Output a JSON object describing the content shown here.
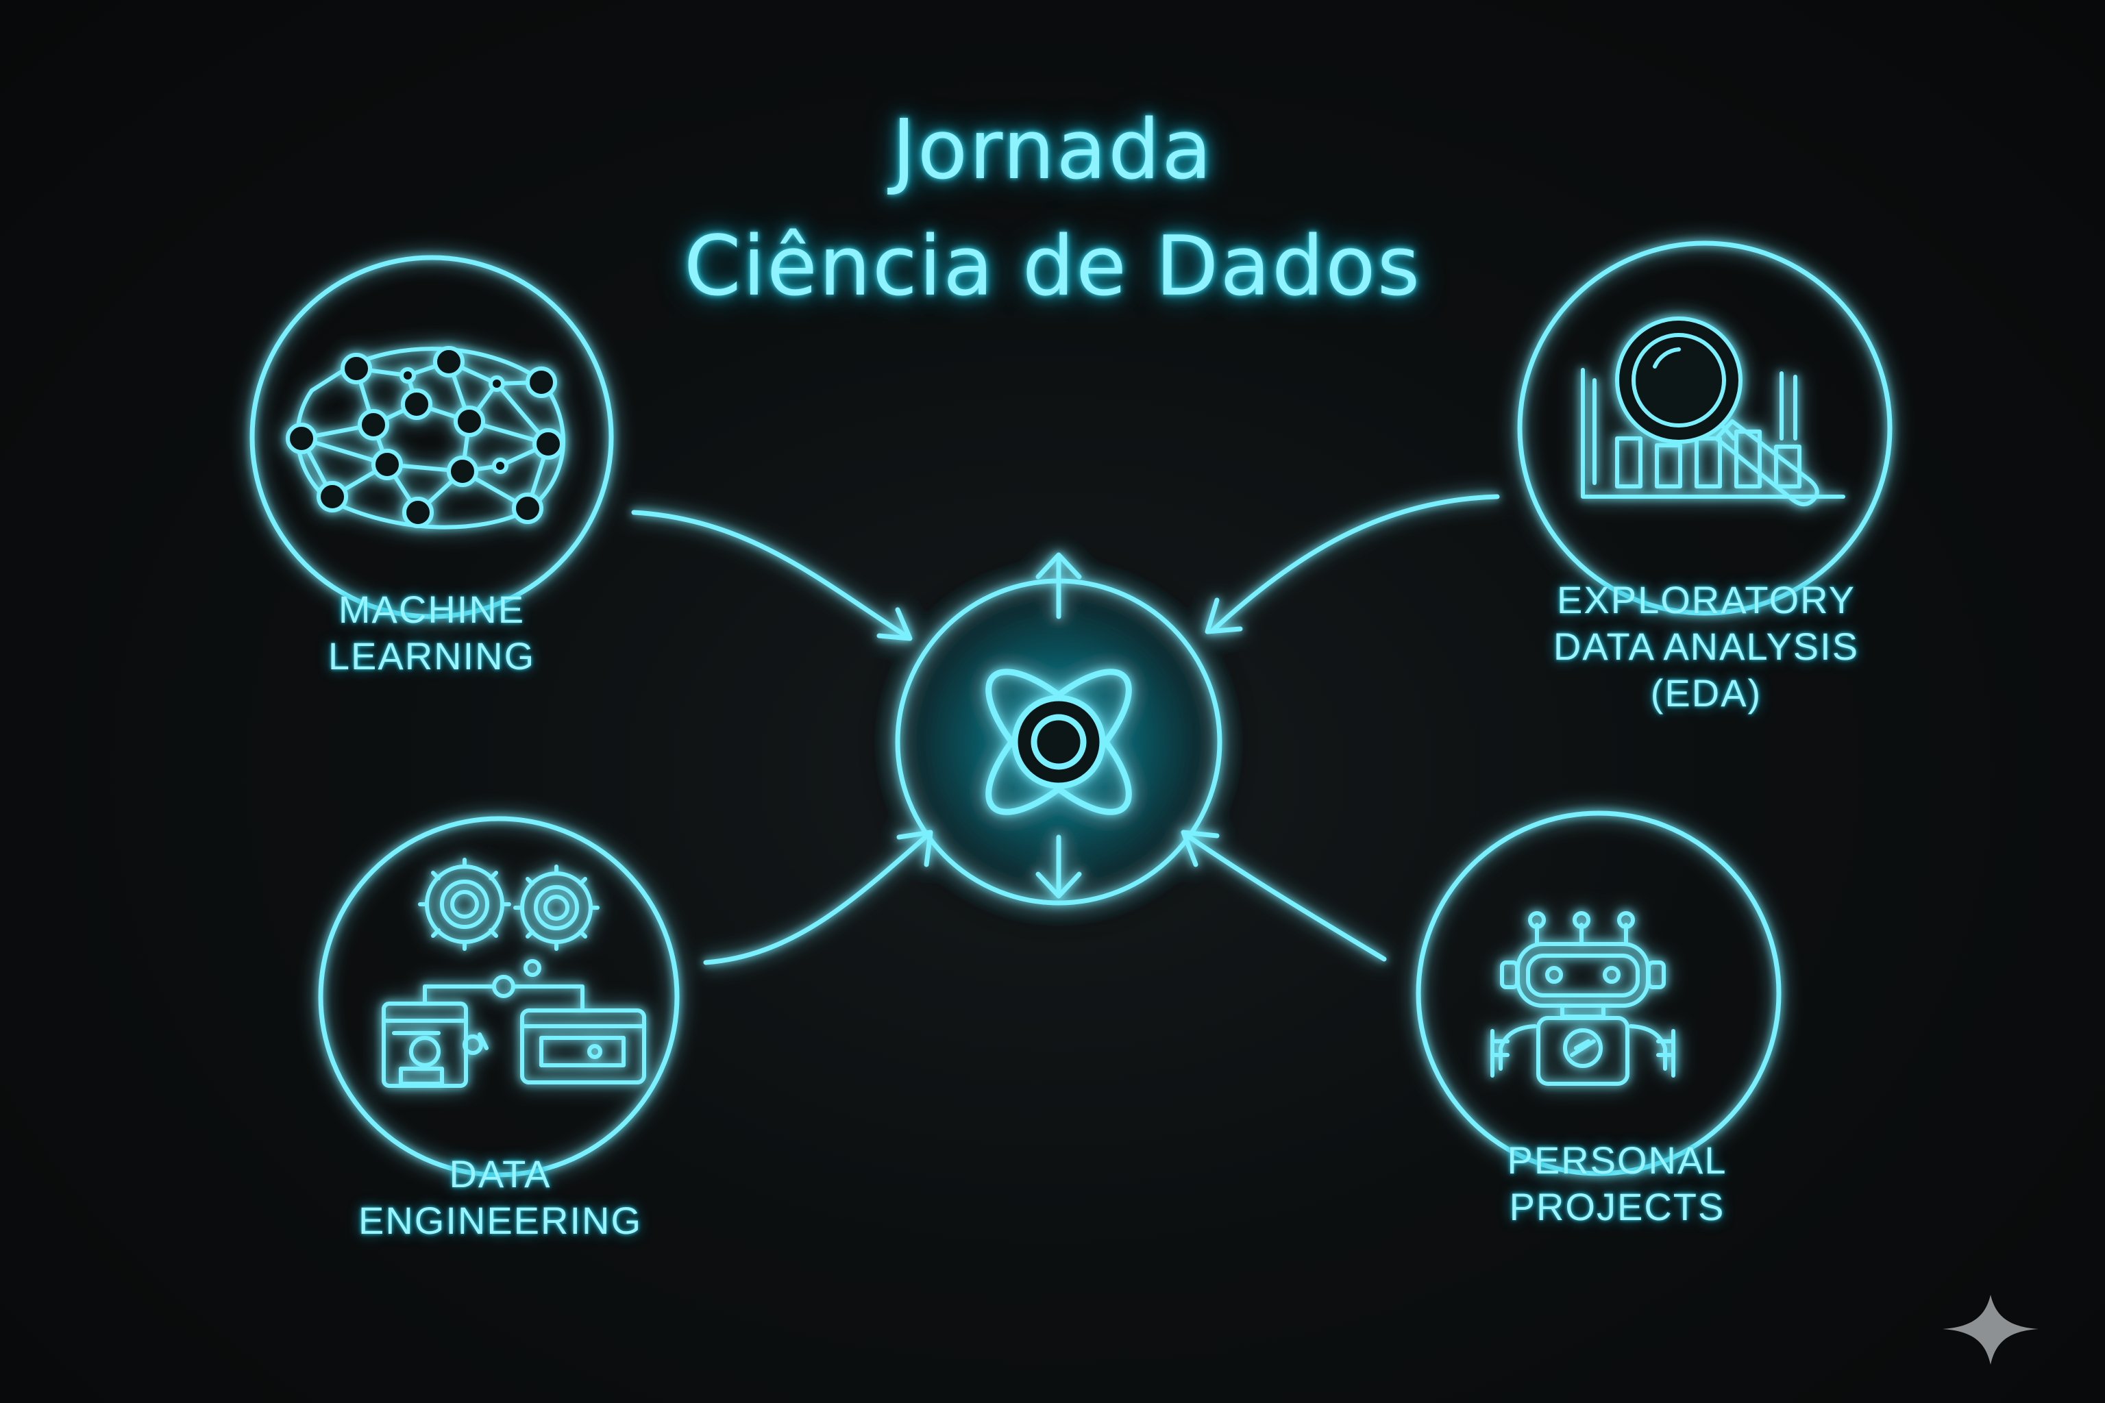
{
  "title": {
    "line1": "Jornada",
    "line2": "Ciência de Dados"
  },
  "colors": {
    "glow": "#5ee8ff",
    "text": "#9af4ff",
    "background": "#0b0d0e"
  },
  "nodes": {
    "machine_learning": {
      "icon": "neural-network-icon",
      "label_lines": [
        "MACHINE",
        "LEARNING"
      ]
    },
    "eda": {
      "icon": "chart-magnifier-icon",
      "label_lines": [
        "EXPLORATORY",
        "DATA ANALYSIS",
        "(EDA)"
      ]
    },
    "data_engineering": {
      "icon": "gears-machines-icon",
      "label_lines": [
        "DATA",
        "ENGINEERING"
      ]
    },
    "personal_projects": {
      "icon": "robot-icon",
      "label_lines": [
        "PERSONAL",
        "PROJECTS"
      ]
    },
    "hub": {
      "icon": "hub-rings-icon"
    }
  },
  "watermark": {
    "icon": "sparkle-icon"
  }
}
